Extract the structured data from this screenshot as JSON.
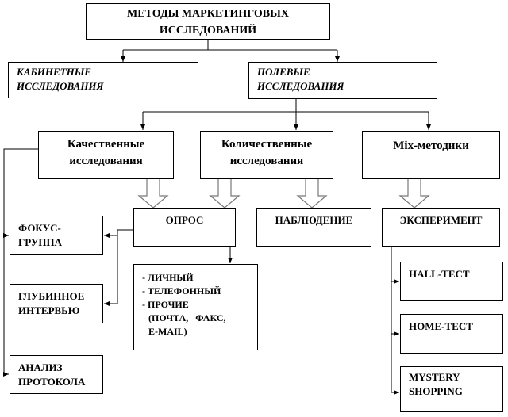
{
  "title": [
    "МЕТОДЫ МАРКЕТИНГОВЫХ",
    "ИССЛЕДОВАНИЙ"
  ],
  "desk": [
    "КАБИНЕТНЫЕ",
    "ИССЛЕДОВАНИЯ"
  ],
  "field": [
    "ПОЛЕВЫЕ",
    "ИССЛЕДОВАНИЯ"
  ],
  "qual": [
    "Качественные",
    "исследования"
  ],
  "quant": [
    "Количественные",
    "исследования"
  ],
  "mix": "Mix-методики",
  "survey": "ОПРОС",
  "observation": "НАБЛЮДЕНИЕ",
  "experiment": "ЭКСПЕРИМЕНТ",
  "focus": [
    "ФОКУС-",
    "ГРУППА"
  ],
  "depth": [
    "ГЛУБИННОЕ",
    "ИНТЕРВЬЮ"
  ],
  "protocol": [
    "АНАЛИЗ",
    "ПРОТОКОЛА"
  ],
  "survey_types": [
    "- ЛИЧНЫЙ",
    "- ТЕЛЕФОННЫЙ",
    "- ПРОЧИЕ",
    "(ПОЧТА,   ФАКС,",
    "E-MAIL)"
  ],
  "hall": "HALL-ТЕСТ",
  "home": "HOME-ТЕСТ",
  "mystery": [
    "MYSTERY",
    "SHOPPING"
  ]
}
